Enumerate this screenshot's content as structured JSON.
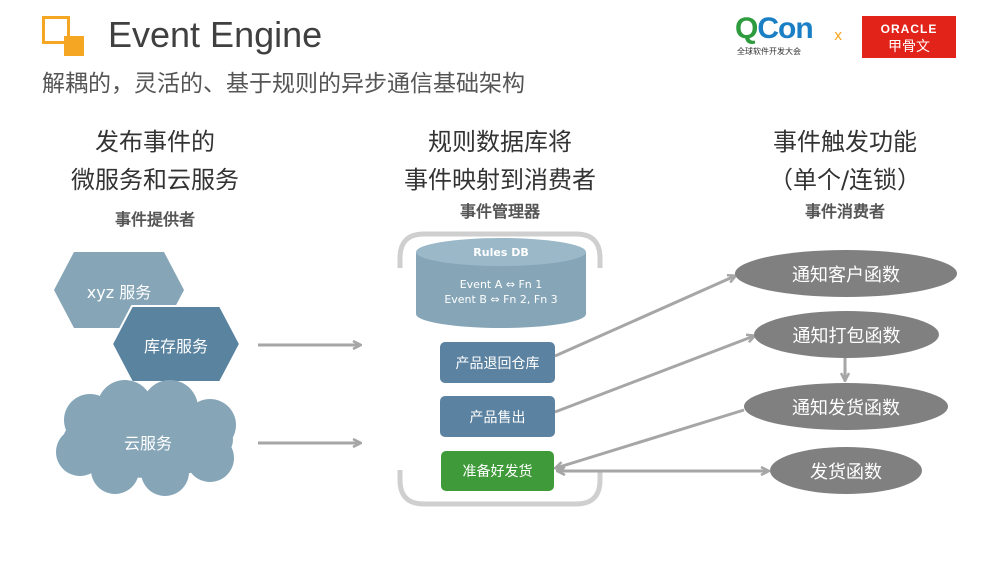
{
  "header": {
    "title": "Event Engine",
    "subtitle": "解耦的，灵活的、基于规则的异步通信基础架构"
  },
  "logos": {
    "qcon_q": "Q",
    "qcon_rest": "Con",
    "qcon_sub": "全球软件开发大会",
    "times": "x",
    "oracle_top": "ORACLE",
    "oracle_bottom": "甲骨文"
  },
  "columns": {
    "provider": {
      "line1": "发布事件的",
      "line2": "微服务和云服务",
      "sub": "事件提供者"
    },
    "manager": {
      "line1": "规则数据库将",
      "line2": "事件映射到消费者",
      "sub": "事件管理器"
    },
    "consumer": {
      "line1": "事件触发功能",
      "line2": "（单个/连锁）",
      "sub": "事件消费者"
    }
  },
  "providers": {
    "xyz": "xyz 服务",
    "inventory": "库存服务",
    "cloud": "云服务"
  },
  "rulesdb": {
    "title": "Rules DB",
    "line1": "Event A ⇔ Fn 1",
    "line2": "Event B ⇔ Fn 2, Fn 3"
  },
  "events": {
    "return": "产品退回仓库",
    "sold": "产品售出",
    "ready": "准备好发货"
  },
  "functions": {
    "notify_customer": "通知客户函数",
    "notify_pack": "通知打包函数",
    "notify_ship": "通知发货函数",
    "ship": "发货函数"
  },
  "colors": {
    "accent": "#f5a623",
    "slate_light": "#86a6b8",
    "slate_dark": "#5a83a0",
    "event_blue": "#5b82a0",
    "event_green": "#3f9a3a",
    "consumer_gray": "#808080",
    "arrow_gray": "#a6a6a6"
  }
}
